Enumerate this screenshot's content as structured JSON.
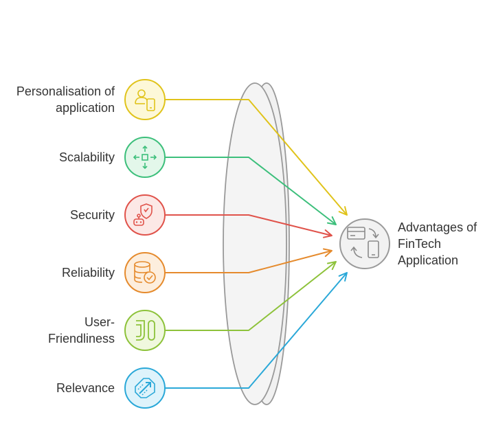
{
  "items": [
    {
      "label": "Personalisation of\napplication",
      "icon": "user-tablet-icon",
      "color": "#e0c31a",
      "fill": "#fdf8d8"
    },
    {
      "label": "Scalability",
      "icon": "expand-arrows-icon",
      "color": "#3cbf7b",
      "fill": "#e3f7ea"
    },
    {
      "label": "Security",
      "icon": "robot-shield-icon",
      "color": "#e0524a",
      "fill": "#fce8e6"
    },
    {
      "label": "Reliability",
      "icon": "database-check-icon",
      "color": "#e58a2c",
      "fill": "#fdeedd"
    },
    {
      "label": "User-\nFriendliness",
      "icon": "interface-symbol-icon",
      "color": "#8dc23a",
      "fill": "#f0f8de"
    },
    {
      "label": "Relevance",
      "icon": "arrow-target-icon",
      "color": "#2aa8d8",
      "fill": "#def3fb"
    }
  ],
  "target": {
    "label": "Advantages of\nFinTech\nApplication",
    "icon": "card-phone-exchange-icon",
    "color": "#9a9a9a",
    "fill": "#f2f2f2"
  }
}
